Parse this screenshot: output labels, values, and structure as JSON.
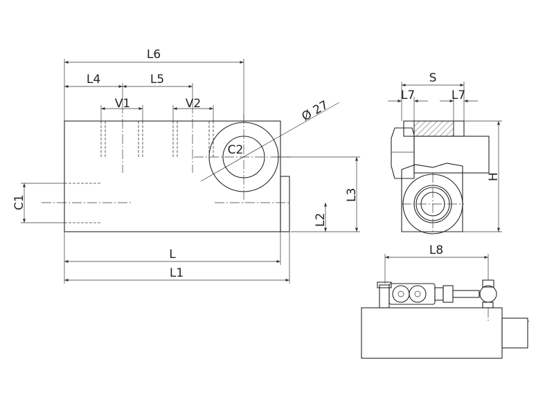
{
  "title": "Valve block dimension drawing",
  "labels": {
    "L6": "L6",
    "L4": "L4",
    "L5": "L5",
    "V1": "V1",
    "V2": "V2",
    "diameter": "Ø 27",
    "C2": "C2",
    "C1": "C1",
    "L3": "L3",
    "L2": "L2",
    "L": "L",
    "L1": "L1",
    "S": "S",
    "L7a": "L7",
    "L7b": "L7",
    "H": "H",
    "L8": "L8"
  },
  "colors": {
    "line": "#222222",
    "background": "#ffffff"
  }
}
